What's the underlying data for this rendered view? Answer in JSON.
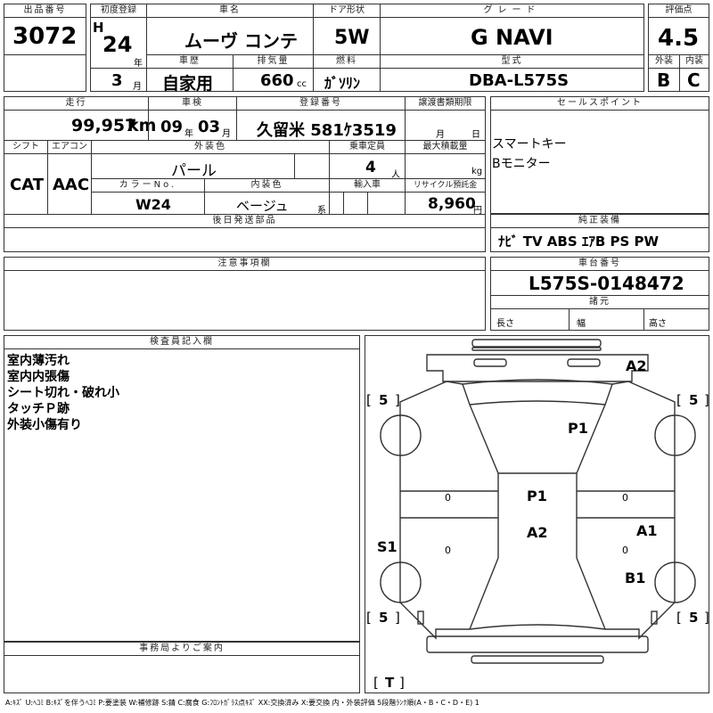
{
  "header": {
    "lot_label": "出品番号",
    "lot": "3072",
    "first_reg_label": "初度登録",
    "era": "H",
    "year": "24",
    "year_unit": "年",
    "month": "3",
    "month_unit": "月",
    "car_name_label": "車名",
    "car_name": "ムーヴ コンテ",
    "door_label": "ドア形状",
    "door": "5W",
    "grade_label": "グレード",
    "grade": "G NAVI",
    "score_label": "評価点",
    "score": "4.5",
    "history_label": "車歴",
    "history": "自家用",
    "displacement_label": "排気量",
    "displacement": "660",
    "displacement_unit": "cc",
    "fuel_label": "燃料",
    "fuel": "ｶﾞｿﾘﾝ",
    "model_label": "型式",
    "model": "DBA-L575S",
    "exterior_label": "外装",
    "exterior": "B",
    "interior_label": "内装",
    "interior": "C"
  },
  "row2": {
    "mileage_label": "走行",
    "mileage": "99,957",
    "mileage_unit": "km",
    "inspection_label": "車検",
    "insp_year": "09",
    "insp_year_unit": "年",
    "insp_month": "03",
    "insp_month_unit": "月",
    "reg_no_label": "登録番号",
    "reg_no": "久留米 581ｹ3519",
    "transfer_label": "譲渡書類期限",
    "transfer_month": "月",
    "transfer_day": "日",
    "sales_label": "セールスポイント",
    "sales_points": [
      "スマートキー",
      "Bモニター"
    ]
  },
  "row3": {
    "shift_label": "シフト",
    "shift": "CAT",
    "ac_label": "エアコン",
    "ac": "AAC",
    "ext_color_label": "外装色",
    "ext_color": "パール",
    "capacity_label": "乗車定員",
    "capacity": "4",
    "capacity_unit": "人",
    "max_load_label": "最大積載量",
    "max_load_unit": "kg",
    "color_no_label": "カラーNo.",
    "color_no": "W24",
    "int_color_label": "内装色",
    "int_color": "ベージュ",
    "int_color_unit": "系",
    "import_label": "輸入車",
    "recycle_label": "リサイクル預託金",
    "recycle": "8,960",
    "recycle_unit": "円"
  },
  "parts_label": "後日発送部品",
  "equip_label": "純正装備",
  "equipment": "ﾅﾋﾞ  TV  ABS  ｴｱB  PS  PW",
  "notes_label": "注意事項欄",
  "chassis_label": "車台番号",
  "chassis": "L575S-0148472",
  "specs_label": "諸元",
  "length_label": "長さ",
  "width_label": "幅",
  "height_label": "高さ",
  "inspector_label": "検査員記入欄",
  "inspector_notes": [
    "室内薄汚れ",
    "室内内張傷",
    "シート切れ・破れ小",
    "タッチＰ跡",
    "外装小傷有り"
  ],
  "office_label": "事務局よりご案内",
  "diagram": {
    "marks": [
      "A2",
      "P1",
      "P1",
      "A2",
      "A1",
      "S1",
      "B1"
    ],
    "tires": [
      "5",
      "5",
      "5",
      "5",
      "T"
    ],
    "zeros": [
      "0",
      "0",
      "0",
      "0"
    ]
  },
  "legend": "A:ｷｽﾞ  U:ﾍｺﾐ  B:ｷｽﾞを伴うﾍｺﾐ  P:要塗装  W:補修跡  S:錆  C:腐食  G:ﾌﾛﾝﾄｶﾞﾗｽ点ｷｽﾞ  XX:交換済み  X:要交換   内・外装評価  5段階ﾗﾝｸ順(A・B・C・D・E) 1"
}
